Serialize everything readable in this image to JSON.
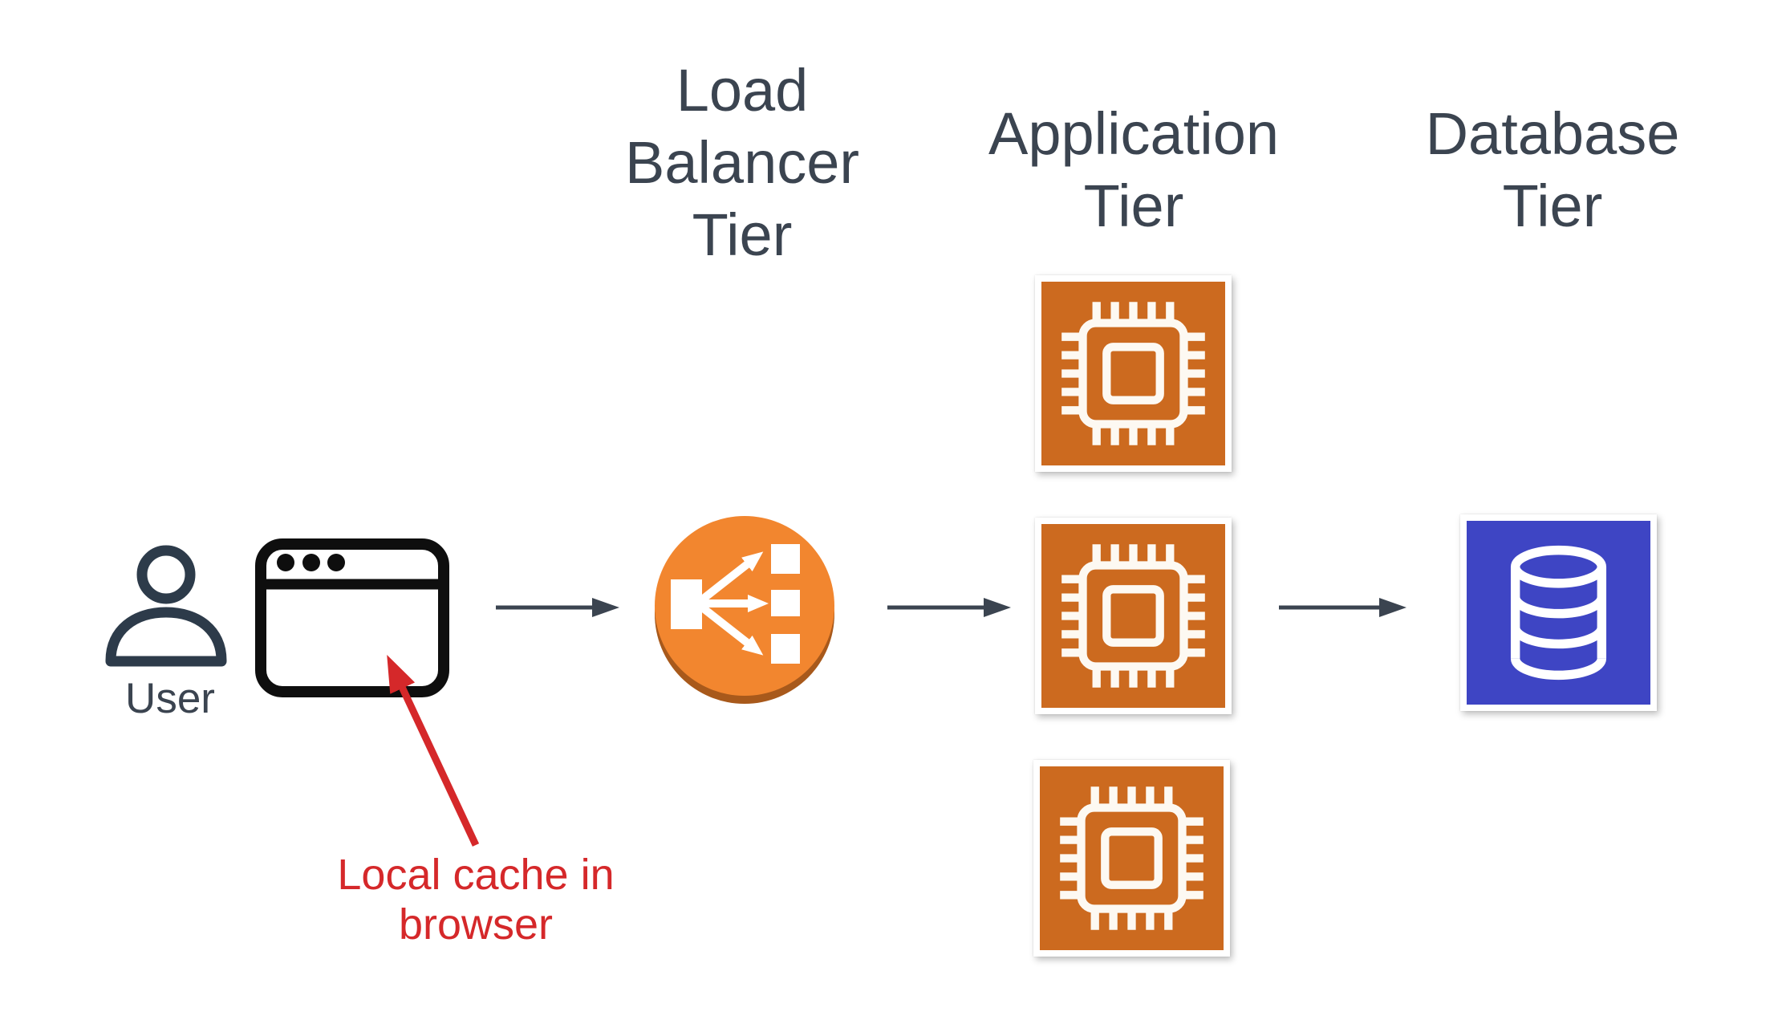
{
  "diagram": {
    "background_color": "#ffffff",
    "tier_labels": {
      "load_balancer": [
        "Load",
        "Balancer",
        "Tier"
      ],
      "application": [
        "Application",
        "Tier"
      ],
      "database": [
        "Database",
        "Tier"
      ]
    },
    "user_label": "User",
    "annotation": {
      "lines": [
        "Local cache in",
        "browser"
      ],
      "color": "#d5282a",
      "points_to": "browser-window"
    },
    "nodes": {
      "user": {
        "icon": "person-icon",
        "color": "#2d3b4a"
      },
      "browser": {
        "icon": "browser-window-icon",
        "color": "#0e0e0e"
      },
      "load_balancer": {
        "icon": "load-balancer-icon",
        "fill": "#f2862f",
        "rim": "#a8591b"
      },
      "app_servers": {
        "icon": "cpu-chip-icon",
        "count": 3,
        "fill": "#cc6a1f"
      },
      "database": {
        "icon": "database-cylinder-icon",
        "fill": "#3e45c4"
      }
    },
    "connectors": {
      "color": "#3b4450",
      "edges": [
        {
          "from": "browser",
          "to": "load_balancer"
        },
        {
          "from": "load_balancer",
          "to": "app_server_middle"
        },
        {
          "from": "app_server_middle",
          "to": "database"
        }
      ]
    }
  }
}
